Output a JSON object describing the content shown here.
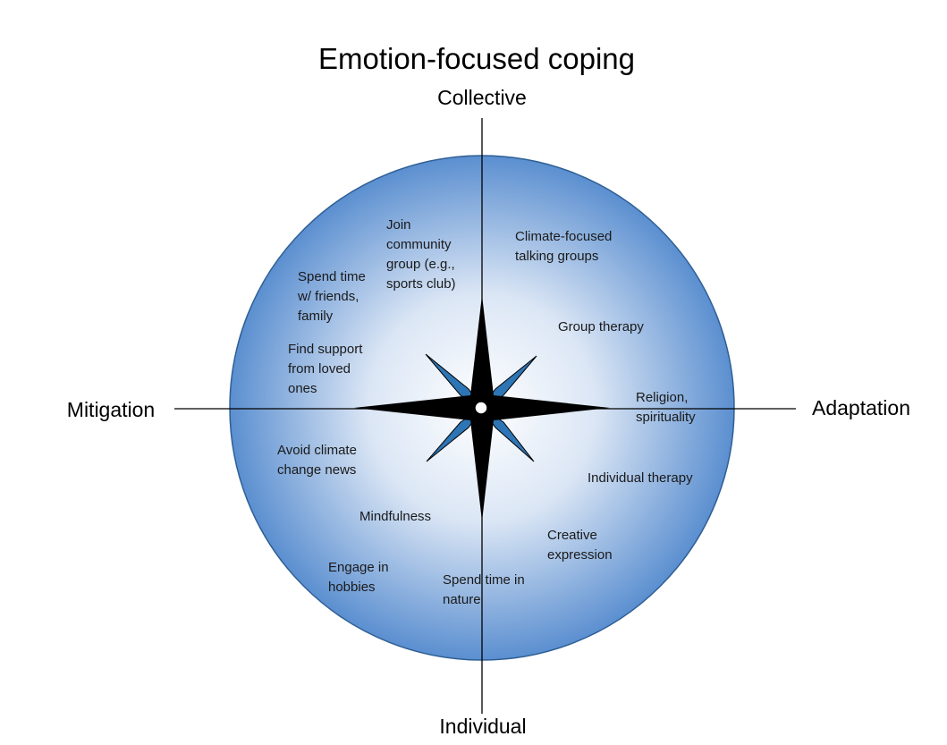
{
  "title": "Emotion-focused coping",
  "axes": {
    "top": "Collective",
    "bottom": "Individual",
    "left": "Mitigation",
    "right": "Adaptation"
  },
  "items": [
    {
      "id": "join-community-group",
      "lines": [
        "Join",
        "community",
        "group (e.g.,",
        "sports club)"
      ]
    },
    {
      "id": "climate-focused-talking-groups",
      "lines": [
        "Climate-focused",
        "talking groups"
      ]
    },
    {
      "id": "spend-time-friends-family",
      "lines": [
        "Spend time",
        "w/ friends,",
        "family"
      ]
    },
    {
      "id": "group-therapy",
      "lines": [
        "Group therapy"
      ]
    },
    {
      "id": "find-support-loved-ones",
      "lines": [
        "Find support",
        "from loved",
        "ones"
      ]
    },
    {
      "id": "religion-spirituality",
      "lines": [
        "Religion,",
        "spirituality"
      ]
    },
    {
      "id": "avoid-climate-change-news",
      "lines": [
        "Avoid climate",
        "change news"
      ]
    },
    {
      "id": "individual-therapy",
      "lines": [
        "Individual therapy"
      ]
    },
    {
      "id": "mindfulness",
      "lines": [
        "Mindfulness"
      ]
    },
    {
      "id": "creative-expression",
      "lines": [
        "Creative",
        "expression"
      ]
    },
    {
      "id": "engage-in-hobbies",
      "lines": [
        "Engage in",
        "hobbies"
      ]
    },
    {
      "id": "spend-time-in-nature",
      "lines": [
        "Spend time in",
        "nature"
      ]
    }
  ],
  "colors": {
    "circle_center": "#ffffff",
    "circle_edge": "#5b8fd0",
    "circle_stroke": "#2f5f94",
    "star_main": "#000000",
    "star_secondary": "#2e75b6",
    "axis_line": "#000000"
  }
}
